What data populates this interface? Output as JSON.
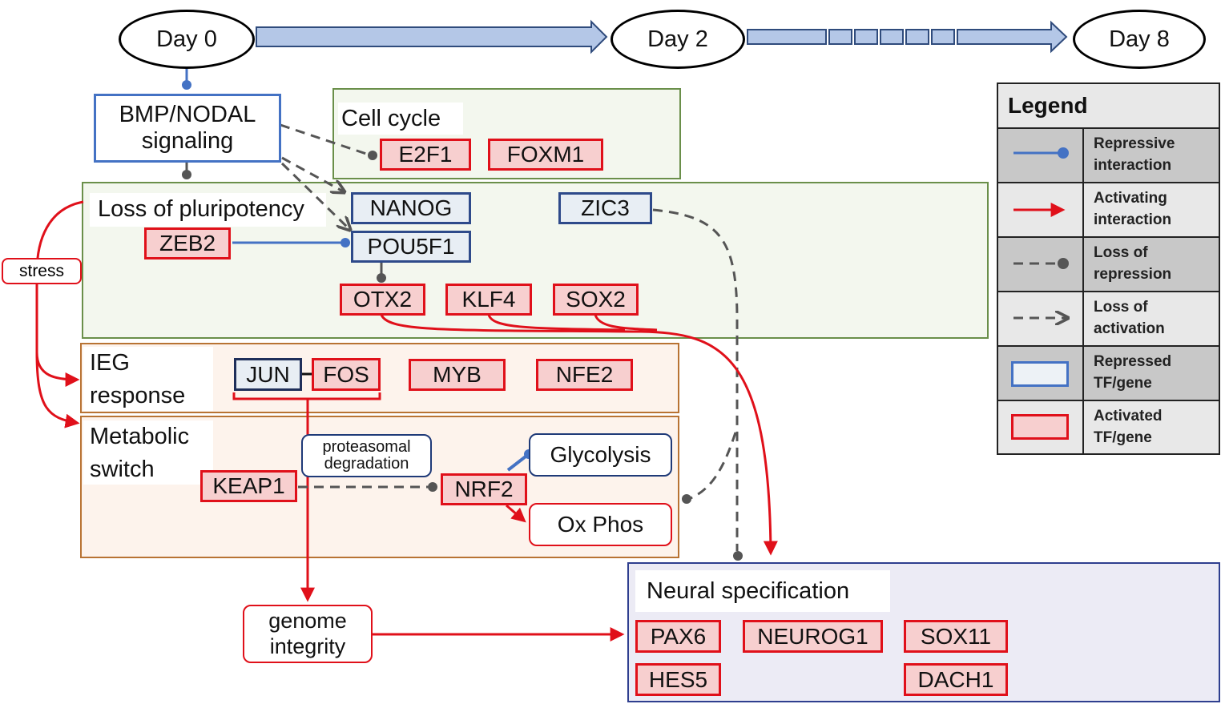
{
  "timeline": {
    "day0": "Day 0",
    "day2": "Day 2",
    "day8": "Day 8"
  },
  "signaling": {
    "bmp_nodal": "BMP/NODAL signaling"
  },
  "cell_cycle": {
    "label": "Cell cycle",
    "genes": [
      "E2F1",
      "FOXM1"
    ]
  },
  "pluripotency": {
    "label": "Loss of pluripotency",
    "nanog": "NANOG",
    "pou5f1": "POU5F1",
    "zic3": "ZIC3",
    "zeb2": "ZEB2",
    "otx2": "OTX2",
    "klf4": "KLF4",
    "sox2": "SOX2"
  },
  "stress_label": "stress",
  "ieg": {
    "label": "IEG response",
    "jun": "JUN",
    "fos": "FOS",
    "myb": "MYB",
    "nfe2": "NFE2"
  },
  "metabolic": {
    "label": "Metabolic switch",
    "proteasomal": "proteasomal degradation",
    "keap1": "KEAP1",
    "nrf2": "NRF2",
    "glycolysis": "Glycolysis",
    "oxphos": "Ox Phos"
  },
  "genome_integrity": "genome integrity",
  "neural": {
    "label": "Neural specification",
    "pax6": "PAX6",
    "neurog1": "NEUROG1",
    "sox11": "SOX11",
    "hes5": "HES5",
    "dach1": "DACH1"
  },
  "legend": {
    "title": "Legend",
    "items": [
      "Repressive interaction",
      "Activating interaction",
      "Loss of repression",
      "Loss of activation",
      "Repressed TF/gene",
      "Activated TF/gene"
    ]
  },
  "colors": {
    "repress_blue": "#4472c4",
    "activate_red": "#e0101a",
    "loss_grey": "#555555",
    "arrow_fill": "#b4c7e7"
  }
}
